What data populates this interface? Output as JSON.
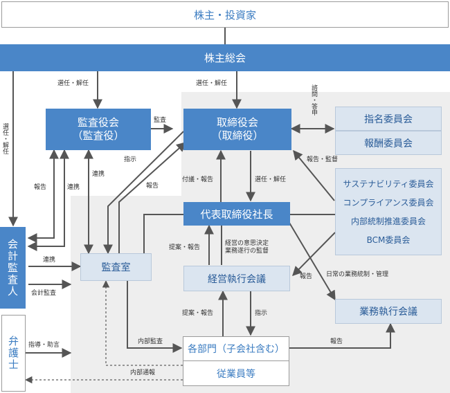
{
  "boxes": {
    "shareholders": "株主・投資家",
    "agm": "株主総会",
    "audit_board": "監査役会\n（監査役）",
    "board": "取締役会\n（取締役）",
    "nomination": "指名委員会",
    "compensation": "報酬委員会",
    "president": "代表取締役社長",
    "sustainability": "サステナビリティ委員会",
    "compliance": "コンプライアンス委員会",
    "internal_control": "内部統制推進委員会",
    "bcm": "BCM委員会",
    "accounting_auditor": "会計監査人",
    "audit_office": "監査室",
    "mgmt_exec": "経営執行会議",
    "biz_exec": "業務執行会議",
    "lawyer": "弁護士",
    "departments": "各部門（子会社含む）",
    "employees": "従業員等"
  },
  "labels": {
    "elect1": "選任・解任",
    "elect2": "選任・解任",
    "elect_v": "選任・解任",
    "audit": "監査",
    "consult": "諮問・答申",
    "report_supervise": "報告・監督",
    "report1": "報告",
    "coop1": "連携",
    "coop2": "連携",
    "instruct1": "指示",
    "report2": "報告",
    "submit_report1": "付議・報告",
    "elect3": "選任・解任",
    "propose_report1": "提案・報告",
    "supervise_decision": "経営の意思決定\n業務遂行の監督",
    "report3": "報告",
    "daily_control": "日常の業務統制・管理",
    "coop3": "連携",
    "accounting_audit": "会計監査",
    "propose_report2": "提案・報告",
    "instruct2": "指示",
    "guidance": "指導・助言",
    "internal_audit": "内部監査",
    "report4": "報告",
    "whistle": "内部通報"
  },
  "colors": {
    "blue": "#4a86c8",
    "light": "#dbe5f0",
    "line": "#555555",
    "bg": "#eeeeee"
  }
}
